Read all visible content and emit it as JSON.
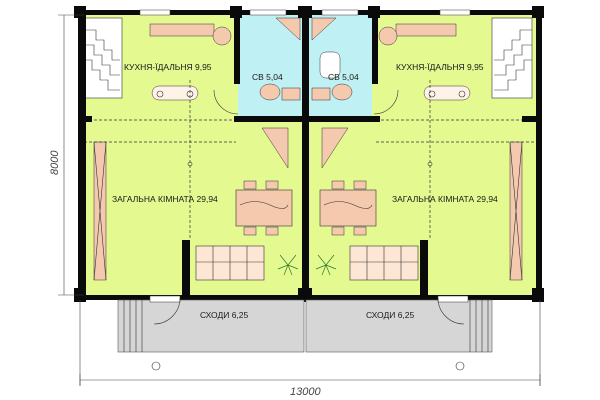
{
  "dimensions": {
    "height": "8000",
    "width": "13000"
  },
  "rooms": {
    "kitchen_left": "КУХНЯ-ЇДАЛЬНЯ  9,95",
    "kitchen_right": "КУХНЯ-ЇДАЛЬНЯ  9,95",
    "bath_left": "СВ  5,04",
    "bath_right": "СВ  5,04",
    "living_left": "ЗАГАЛЬНА КІМНАТА  29,94",
    "living_right": "ЗАГАЛЬНА КІМНАТА  29,94",
    "stairs_left": "СХОДИ  6,25",
    "stairs_right": "СХОДИ  6,25"
  },
  "colors": {
    "floor_main": "#e4f98f",
    "floor_bath": "#bff0f4",
    "stairs_gray": "#d6d6d6",
    "furniture_pink": "#f5c9ad",
    "walls": "#0a0a0a"
  }
}
